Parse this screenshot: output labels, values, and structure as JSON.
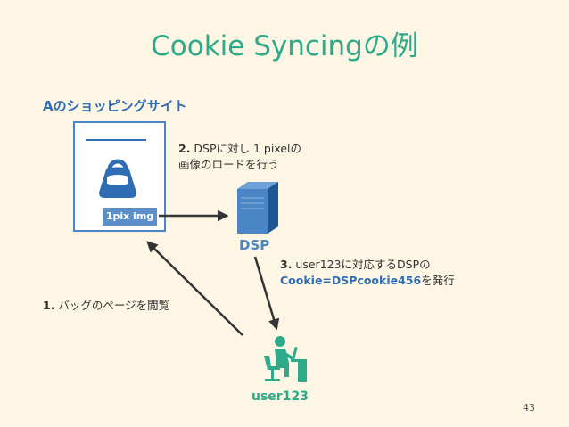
{
  "title": "Cookie Syncingの例",
  "site_label": "Aのショッピングサイト",
  "pixel_badge": "1pix img",
  "step2": {
    "num": "2.",
    "line1": " DSPに対し 1 pixelの",
    "line2": "画像のロードを行う"
  },
  "dsp_label": "DSP",
  "step3": {
    "num": "3.",
    "line1": " user123に対応するDSPの",
    "line2_bold": "Cookie=DSPcookie456",
    "line2_rest": "を発行"
  },
  "step1": {
    "num": "1.",
    "text": " バッグのページを閲覧"
  },
  "user_label": "user123",
  "page_number": "43",
  "icons": [
    "bag-icon",
    "server-icon",
    "user-at-desk-icon"
  ],
  "colors": {
    "title": "#2eaa8a",
    "accent_blue": "#2e6db4",
    "arrow": "#333333",
    "user": "#2eaa8a"
  }
}
